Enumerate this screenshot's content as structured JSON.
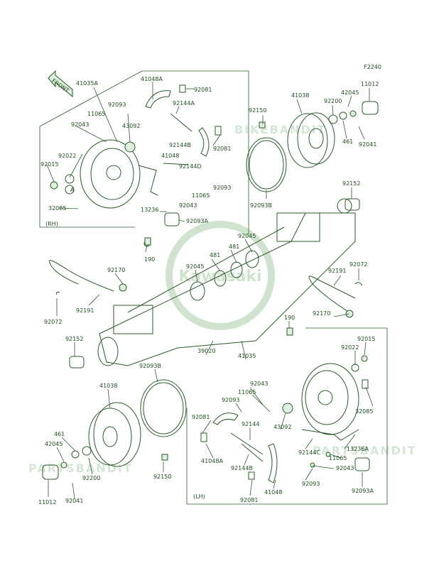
{
  "figure_code": "F2240",
  "front_arrow_text": "FRONT",
  "side_labels": {
    "rh": "(RH)",
    "lh": "(LH)"
  },
  "logo_text": "Kawasaki",
  "colors": {
    "line": "#2a5a2a",
    "text": "#1f4d1f",
    "fill": "#dff0df"
  },
  "part_labels": {
    "l41035A": "41035A",
    "l41048A_top": "41048A",
    "l92081_a": "92081",
    "l92144A": "92144A",
    "l92093_a": "92093",
    "l11065_a": "11065",
    "l43092_a": "43092",
    "l92043_a": "92043",
    "l92144B_a": "92144B",
    "l92081_b": "92081",
    "l41048_a": "41048",
    "l92144D": "92144D",
    "l92022_a": "92022",
    "l92015_a": "92015",
    "lA_a": "A",
    "l11065_b": "11065",
    "l92093_b": "92093",
    "l92043_b": "92043",
    "l13236": "13236",
    "l32085_a": "32085",
    "l92093A_a": "92093A",
    "l190_a": "190",
    "l92150_a": "92150",
    "l41038_a": "41038",
    "l92200_a": "92200",
    "l42045_a": "42045",
    "l11012_a": "11012",
    "l461_a": "461",
    "l92041_a": "92041",
    "l92093B_a": "92093B",
    "l92152_a": "92152",
    "l92045_a": "92045",
    "l481_a": "481",
    "l481_b": "481",
    "l92045_b": "92045",
    "l92170_a": "92170",
    "l92191_a": "92191",
    "l92072_a": "92072",
    "l92191_b": "92191",
    "l92072_b": "92072",
    "l190_b": "190",
    "l92170_b": "92170",
    "l92152_b": "92152",
    "l39020": "39020",
    "l41035": "41035",
    "l92015_b": "92015",
    "l92022_b": "92022",
    "l92093B_b": "92093B",
    "l92043_c": "92043",
    "l11065_c": "11065",
    "l92093_c": "92093",
    "l41038_b": "41038",
    "l32085_b": "32085",
    "l92081_c": "92081",
    "l92144": "92144",
    "l43092_b": "43092",
    "l461_b": "461",
    "l42045_b": "42045",
    "l92144C": "92144C",
    "l13236A": "13236A",
    "l41048A_bot": "41048A",
    "l92144B_b": "92144B",
    "l11065_d": "11065",
    "l92043_d": "92043",
    "l92200_b": "92200",
    "l92150_b": "92150",
    "l41048_b": "41048",
    "l92093_d": "92093",
    "l92093A_b": "92093A",
    "l11012_b": "11012",
    "l92041_b": "92041",
    "l92081_d": "92081"
  }
}
